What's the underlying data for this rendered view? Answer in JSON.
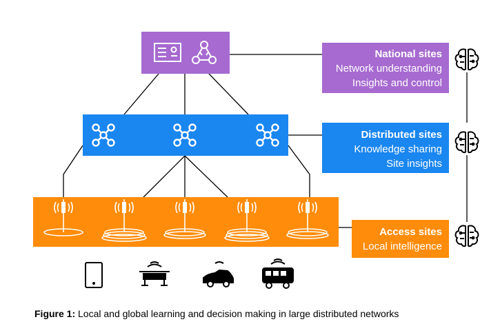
{
  "colors": {
    "national": "#a66ad0",
    "distributed": "#1a86f0",
    "access": "#ff8c0a",
    "line": "#000000",
    "icon": "#ffffff"
  },
  "labels": {
    "national": {
      "title": "National sites",
      "line1": "Network understanding",
      "line2": "Insights and control"
    },
    "distributed": {
      "title": "Distributed sites",
      "line1": "Knowledge sharing",
      "line2": "Site insights"
    },
    "access": {
      "title": "Access sites",
      "line1": "Local intelligence"
    }
  },
  "caption": {
    "prefix": "Figure 1:",
    "text": " Local and global learning and decision making in large distributed networks"
  },
  "icons": {
    "national": [
      "dashboard-icon",
      "network-cycle-icon"
    ],
    "distributed": [
      "hub-icon",
      "hub-icon",
      "hub-icon"
    ],
    "access": [
      "radio-tower-icon",
      "radio-tower-icon",
      "radio-tower-icon",
      "radio-tower-icon",
      "radio-tower-icon"
    ],
    "devices": [
      "phone-icon",
      "drone-icon",
      "car-icon",
      "bus-icon"
    ],
    "ai": [
      "brain-icon",
      "brain-icon",
      "brain-icon"
    ]
  }
}
